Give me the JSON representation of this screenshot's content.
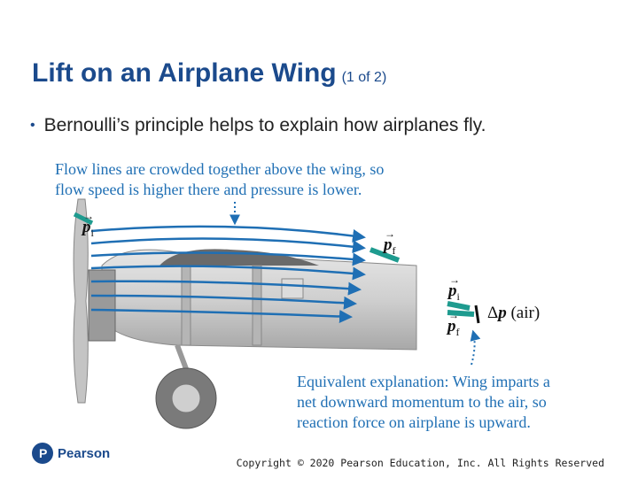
{
  "slide": {
    "title": "Lift on an Airplane Wing",
    "title_suffix": "(1 of 2)",
    "bullet": "Bernoulli’s principle helps to explain how airplanes fly."
  },
  "figure": {
    "caption_top_line1": "Flow lines are crowded together above the wing, so",
    "caption_top_line2": "flow speed is higher there and pressure is lower.",
    "caption_bottom_line1": "Equivalent explanation: Wing imparts a",
    "caption_bottom_line2": "net downward momentum to the air, so",
    "caption_bottom_line3": "reaction force on airplane is upward.",
    "vec_symbol": "p",
    "sub_i": "i",
    "sub_f": "f",
    "delta_symbol": "Δ",
    "delta_p_suffix": "(air)"
  },
  "footer": {
    "brand": "Pearson",
    "copyright": "Copyright © 2020 Pearson Education, Inc. All Rights Reserved"
  },
  "colors": {
    "title": "#1b4a8c",
    "flow_lines": "#1f6fb4",
    "vector_arrows": "#1e9b8f",
    "caption": "#1f6fb4"
  }
}
